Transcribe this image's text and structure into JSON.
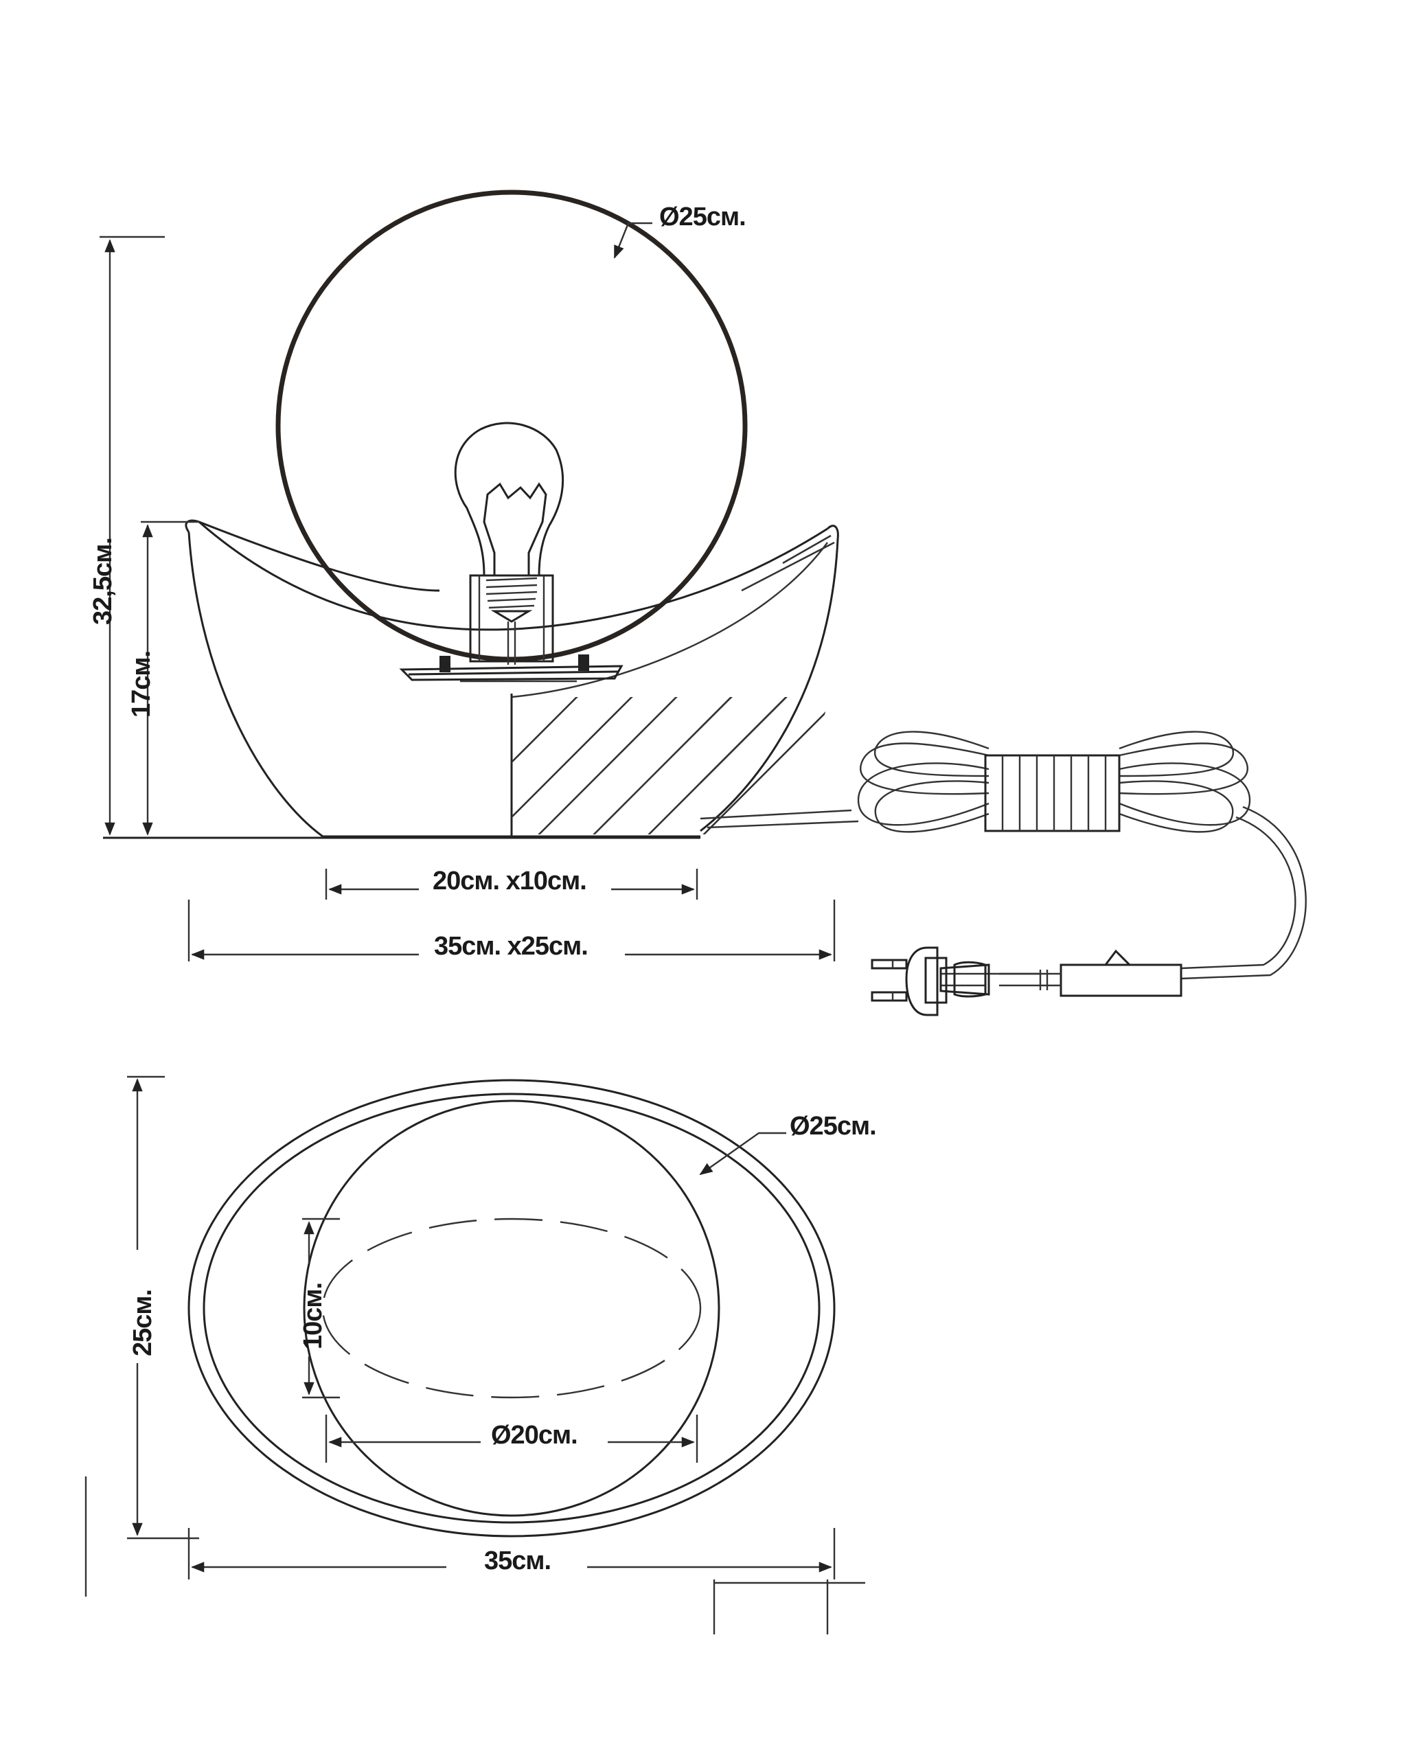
{
  "side_view": {
    "shade_diameter": "Ø25см.",
    "total_height": "32,5см.",
    "base_height": "17см.",
    "inner_size": "20см. x10см.",
    "outer_size": "35см. x25см."
  },
  "top_view": {
    "shade_diameter": "Ø25см.",
    "depth": "25см.",
    "inner_depth": "10см.",
    "inner_diameter": "Ø20см.",
    "width": "35см."
  }
}
